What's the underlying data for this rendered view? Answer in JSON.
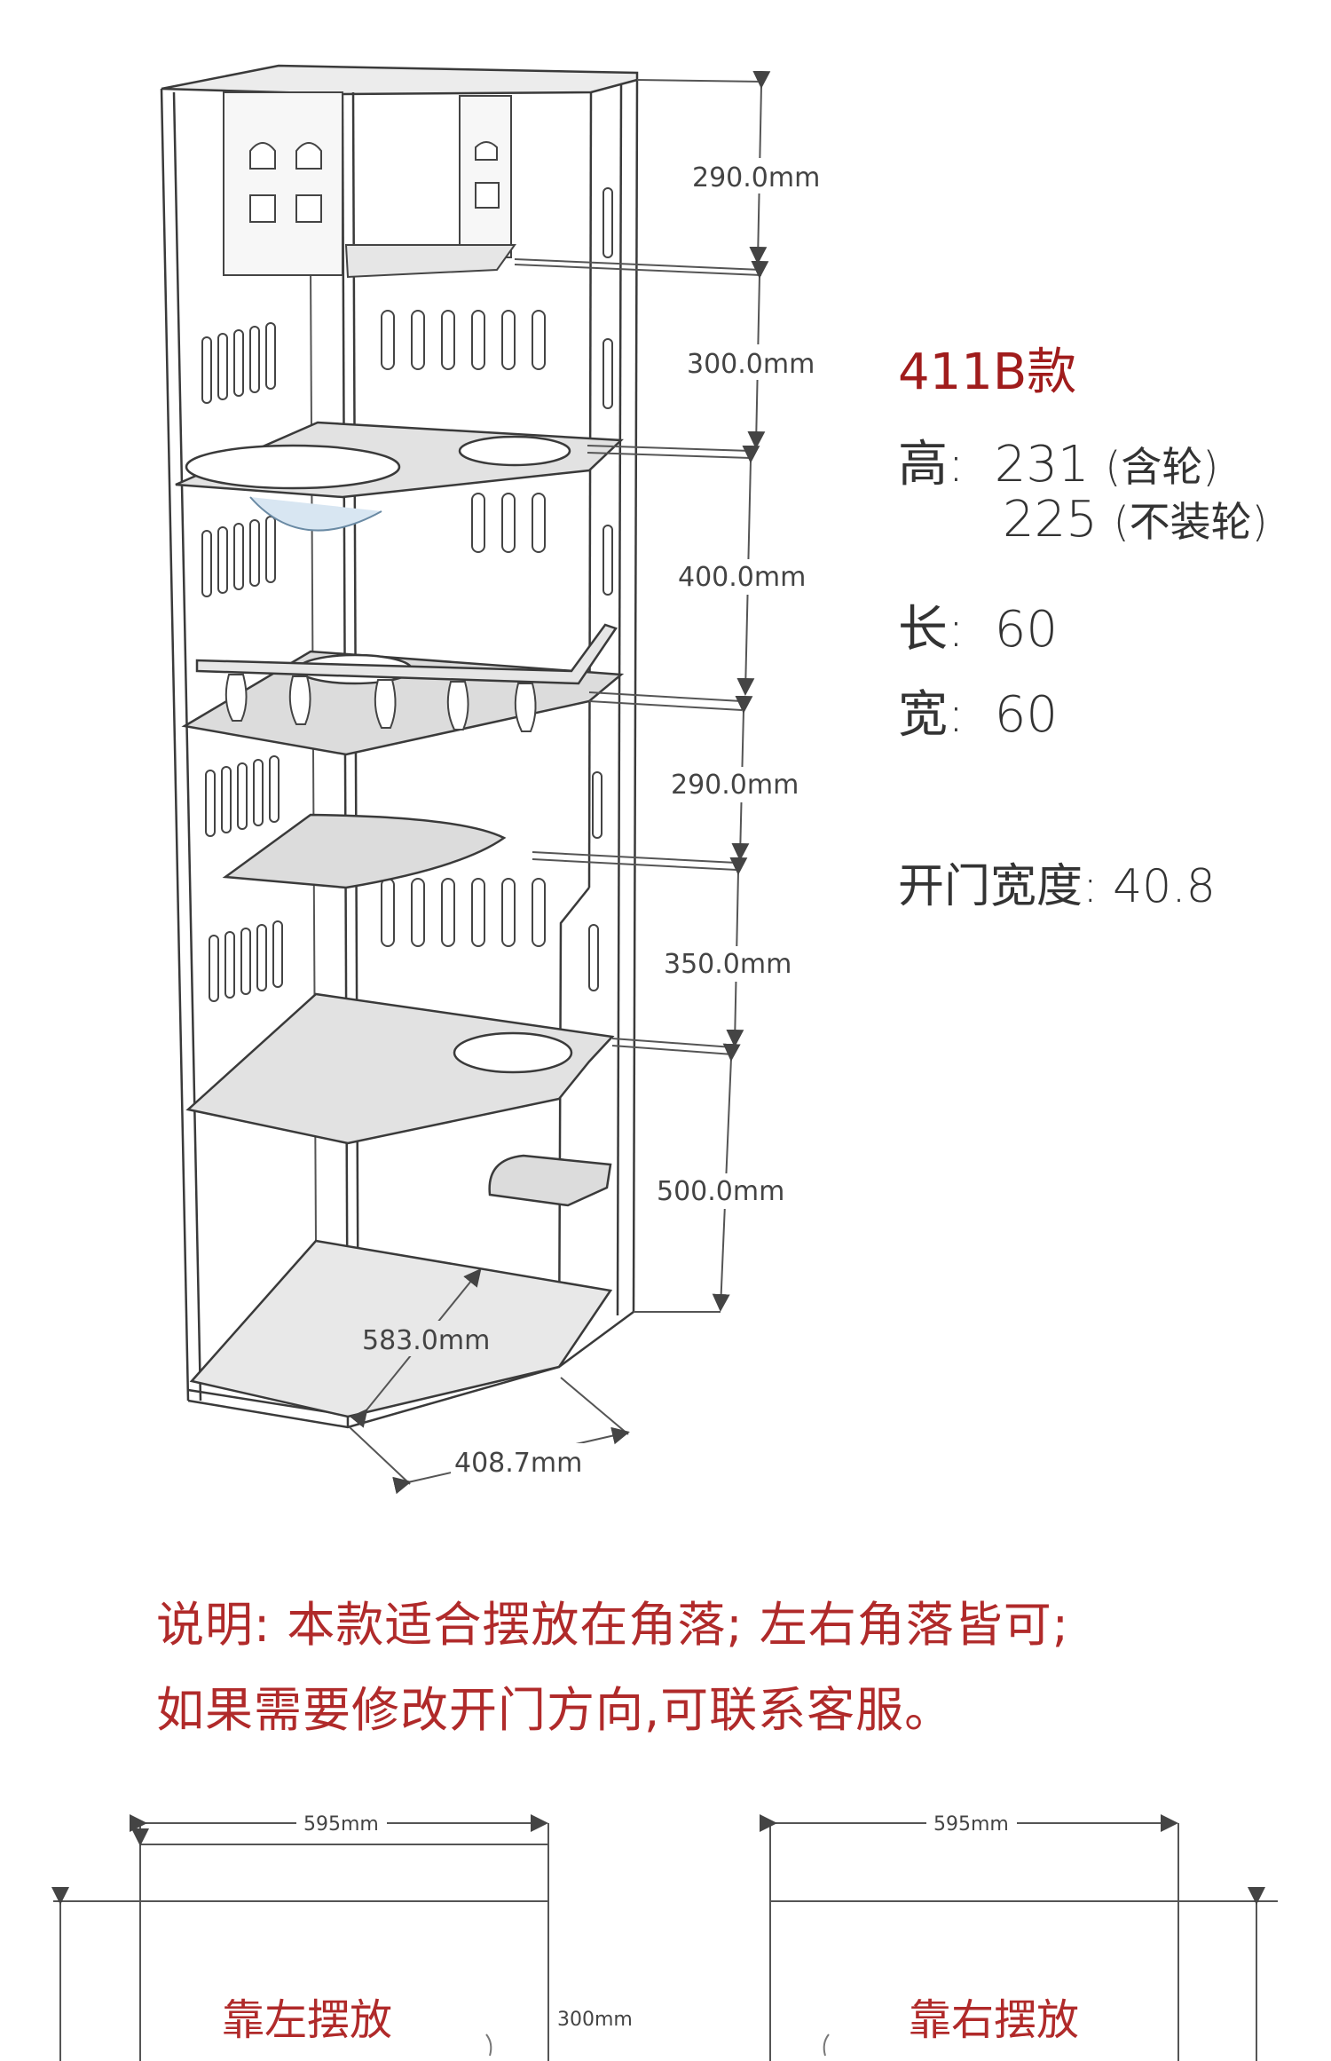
{
  "diagram": {
    "dimensions": {
      "tier1": "290.0mm",
      "tier2": "300.0mm",
      "tier3": "400.0mm",
      "tier4": "290.0mm",
      "tier5": "350.0mm",
      "tier6": "500.0mm",
      "depth": "583.0mm",
      "width": "408.7mm"
    }
  },
  "specs": {
    "title": "411B款",
    "height_label": "高:",
    "height_with_wheels": "231",
    "height_with_wheels_note": "(含轮)",
    "height_without_wheels": "225",
    "height_without_wheels_note": "(不装轮)",
    "length_label": "长:",
    "length_value": "60",
    "width_label": "宽:",
    "width_value": "60",
    "door_label": "开门宽度:",
    "door_value": "40.8"
  },
  "description": {
    "line1": "说明: 本款适合摆放在角落; 左右角落皆可;",
    "line2": "如果需要修改开门方向,可联系客服。"
  },
  "placement": {
    "left": {
      "width": "595mm",
      "depth": "300mm",
      "label": "靠左摆放"
    },
    "right": {
      "width": "595mm",
      "label": "靠右摆放"
    }
  }
}
